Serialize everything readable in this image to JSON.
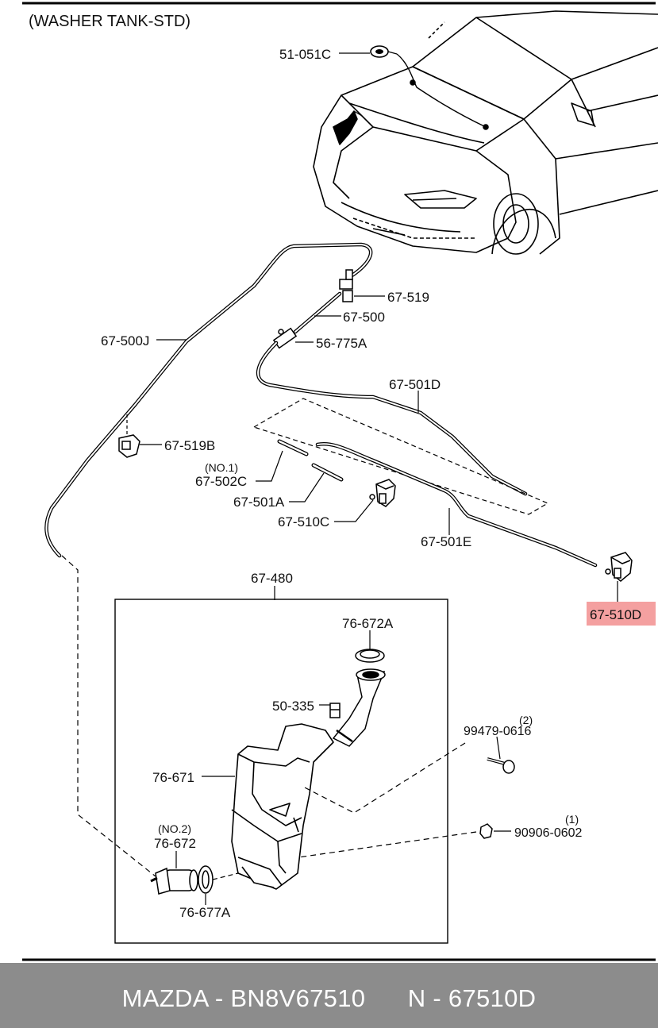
{
  "diagram": {
    "title": "(WASHER TANK-STD)",
    "parts": {
      "p51_051C": "51-051C",
      "p67_519": "67-519",
      "p67_500": "67-500",
      "p56_775A": "56-775A",
      "p67_500J": "67-500J",
      "p67_501D": "67-501D",
      "p67_519B": "67-519B",
      "p67_502C_note": "(NO.1)",
      "p67_502C": "67-502C",
      "p67_501A": "67-501A",
      "p67_510C": "67-510C",
      "p67_501E": "67-501E",
      "p67_510D": "67-510D",
      "p67_480": "67-480",
      "p76_672A": "76-672A",
      "p50_335": "50-335",
      "p99479_qty": "(2)",
      "p99479": "99479-0616",
      "p76_671": "76-671",
      "p90906_qty": "(1)",
      "p90906": "90906-0602",
      "p76_672_note": "(NO.2)",
      "p76_672": "76-672",
      "p76_677A": "76-677A"
    },
    "highlight_color": "#f4a0a0"
  },
  "footer": {
    "brand_part": "MAZDA - BN8V67510",
    "catalog_ref": "N - 67510D",
    "background": "#8c8c8c"
  }
}
